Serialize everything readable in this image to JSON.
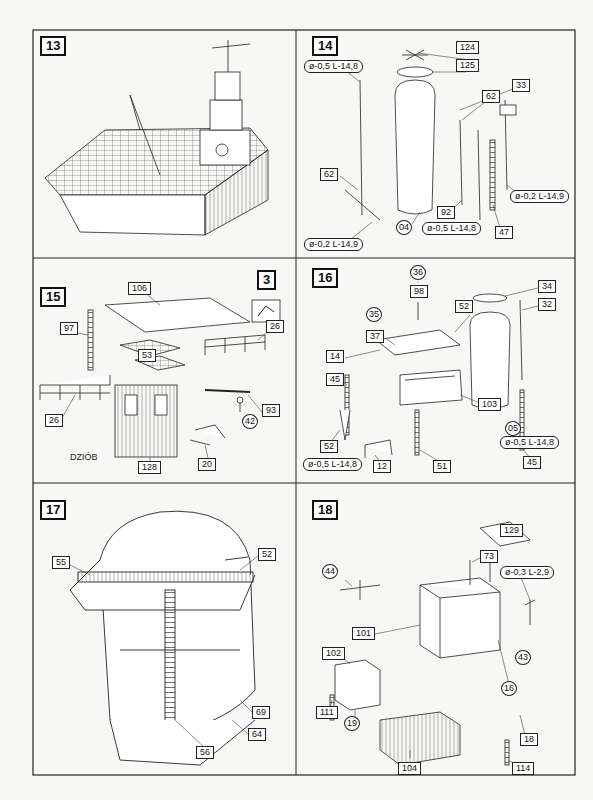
{
  "diagram": {
    "nodes": [
      {
        "text": [
          "13"
        ]
      },
      {
        "text": [
          "14"
        ]
      },
      {
        "text": [
          "124"
        ]
      },
      {
        "text": [
          "ø-0,5 L-14,8"
        ]
      },
      {
        "text": [
          "125"
        ]
      },
      {
        "text": [
          "33"
        ]
      },
      {
        "text": [
          "62"
        ]
      },
      {
        "text": [
          "62"
        ]
      },
      {
        "text": [
          "ø-0,2 L-14,9"
        ]
      },
      {
        "text": [
          "92"
        ]
      },
      {
        "text": [
          "04"
        ]
      },
      {
        "text": [
          "ø-0,5 L-14,8"
        ]
      },
      {
        "text": [
          "47"
        ]
      },
      {
        "text": [
          "ø-0,2 L-14,9"
        ]
      },
      {
        "text": [
          "15"
        ]
      },
      {
        "text": [
          "106"
        ]
      },
      {
        "text": [
          "3"
        ]
      },
      {
        "text": [
          "97"
        ]
      },
      {
        "text": [
          "26"
        ]
      },
      {
        "text": [
          "53"
        ]
      },
      {
        "text": [
          "26"
        ]
      },
      {
        "text": [
          "93"
        ]
      },
      {
        "text": [
          "42"
        ]
      },
      {
        "text": [
          "128"
        ]
      },
      {
        "text": [
          "20"
        ]
      },
      {
        "text": [
          "16"
        ]
      },
      {
        "text": [
          "36"
        ]
      },
      {
        "text": [
          "34"
        ]
      },
      {
        "text": [
          "98"
        ]
      },
      {
        "text": [
          "32"
        ]
      },
      {
        "text": [
          "35"
        ]
      },
      {
        "text": [
          "52"
        ]
      },
      {
        "text": [
          "37"
        ]
      },
      {
        "text": [
          "14"
        ]
      },
      {
        "text": [
          "45"
        ]
      },
      {
        "text": [
          "103"
        ]
      },
      {
        "text": [
          "52"
        ]
      },
      {
        "text": [
          "05"
        ]
      },
      {
        "text": [
          "ø-0,5 L-14,8"
        ]
      },
      {
        "text": [
          "ø-0,5 L-14,8"
        ]
      },
      {
        "text": [
          "12"
        ]
      },
      {
        "text": [
          "51"
        ]
      },
      {
        "text": [
          "45"
        ]
      },
      {
        "text": [
          "17"
        ]
      },
      {
        "text": [
          "55"
        ]
      },
      {
        "text": [
          "52"
        ]
      },
      {
        "text": [
          "69"
        ]
      },
      {
        "text": [
          "64"
        ]
      },
      {
        "text": [
          "56"
        ]
      },
      {
        "text": [
          "18"
        ]
      },
      {
        "text": [
          "129"
        ]
      },
      {
        "text": [
          "73"
        ]
      },
      {
        "text": [
          "44"
        ]
      },
      {
        "text": [
          "ø-0,3 L-2,9"
        ]
      },
      {
        "text": [
          "101"
        ]
      },
      {
        "text": [
          "102"
        ]
      },
      {
        "text": [
          "43"
        ]
      },
      {
        "text": [
          "16"
        ]
      },
      {
        "text": [
          "111"
        ]
      },
      {
        "text": [
          "19"
        ]
      },
      {
        "text": [
          "18"
        ]
      },
      {
        "text": [
          "104"
        ]
      },
      {
        "text": [
          "114"
        ]
      }
    ],
    "labels": [
      "DZIÓB"
    ]
  }
}
